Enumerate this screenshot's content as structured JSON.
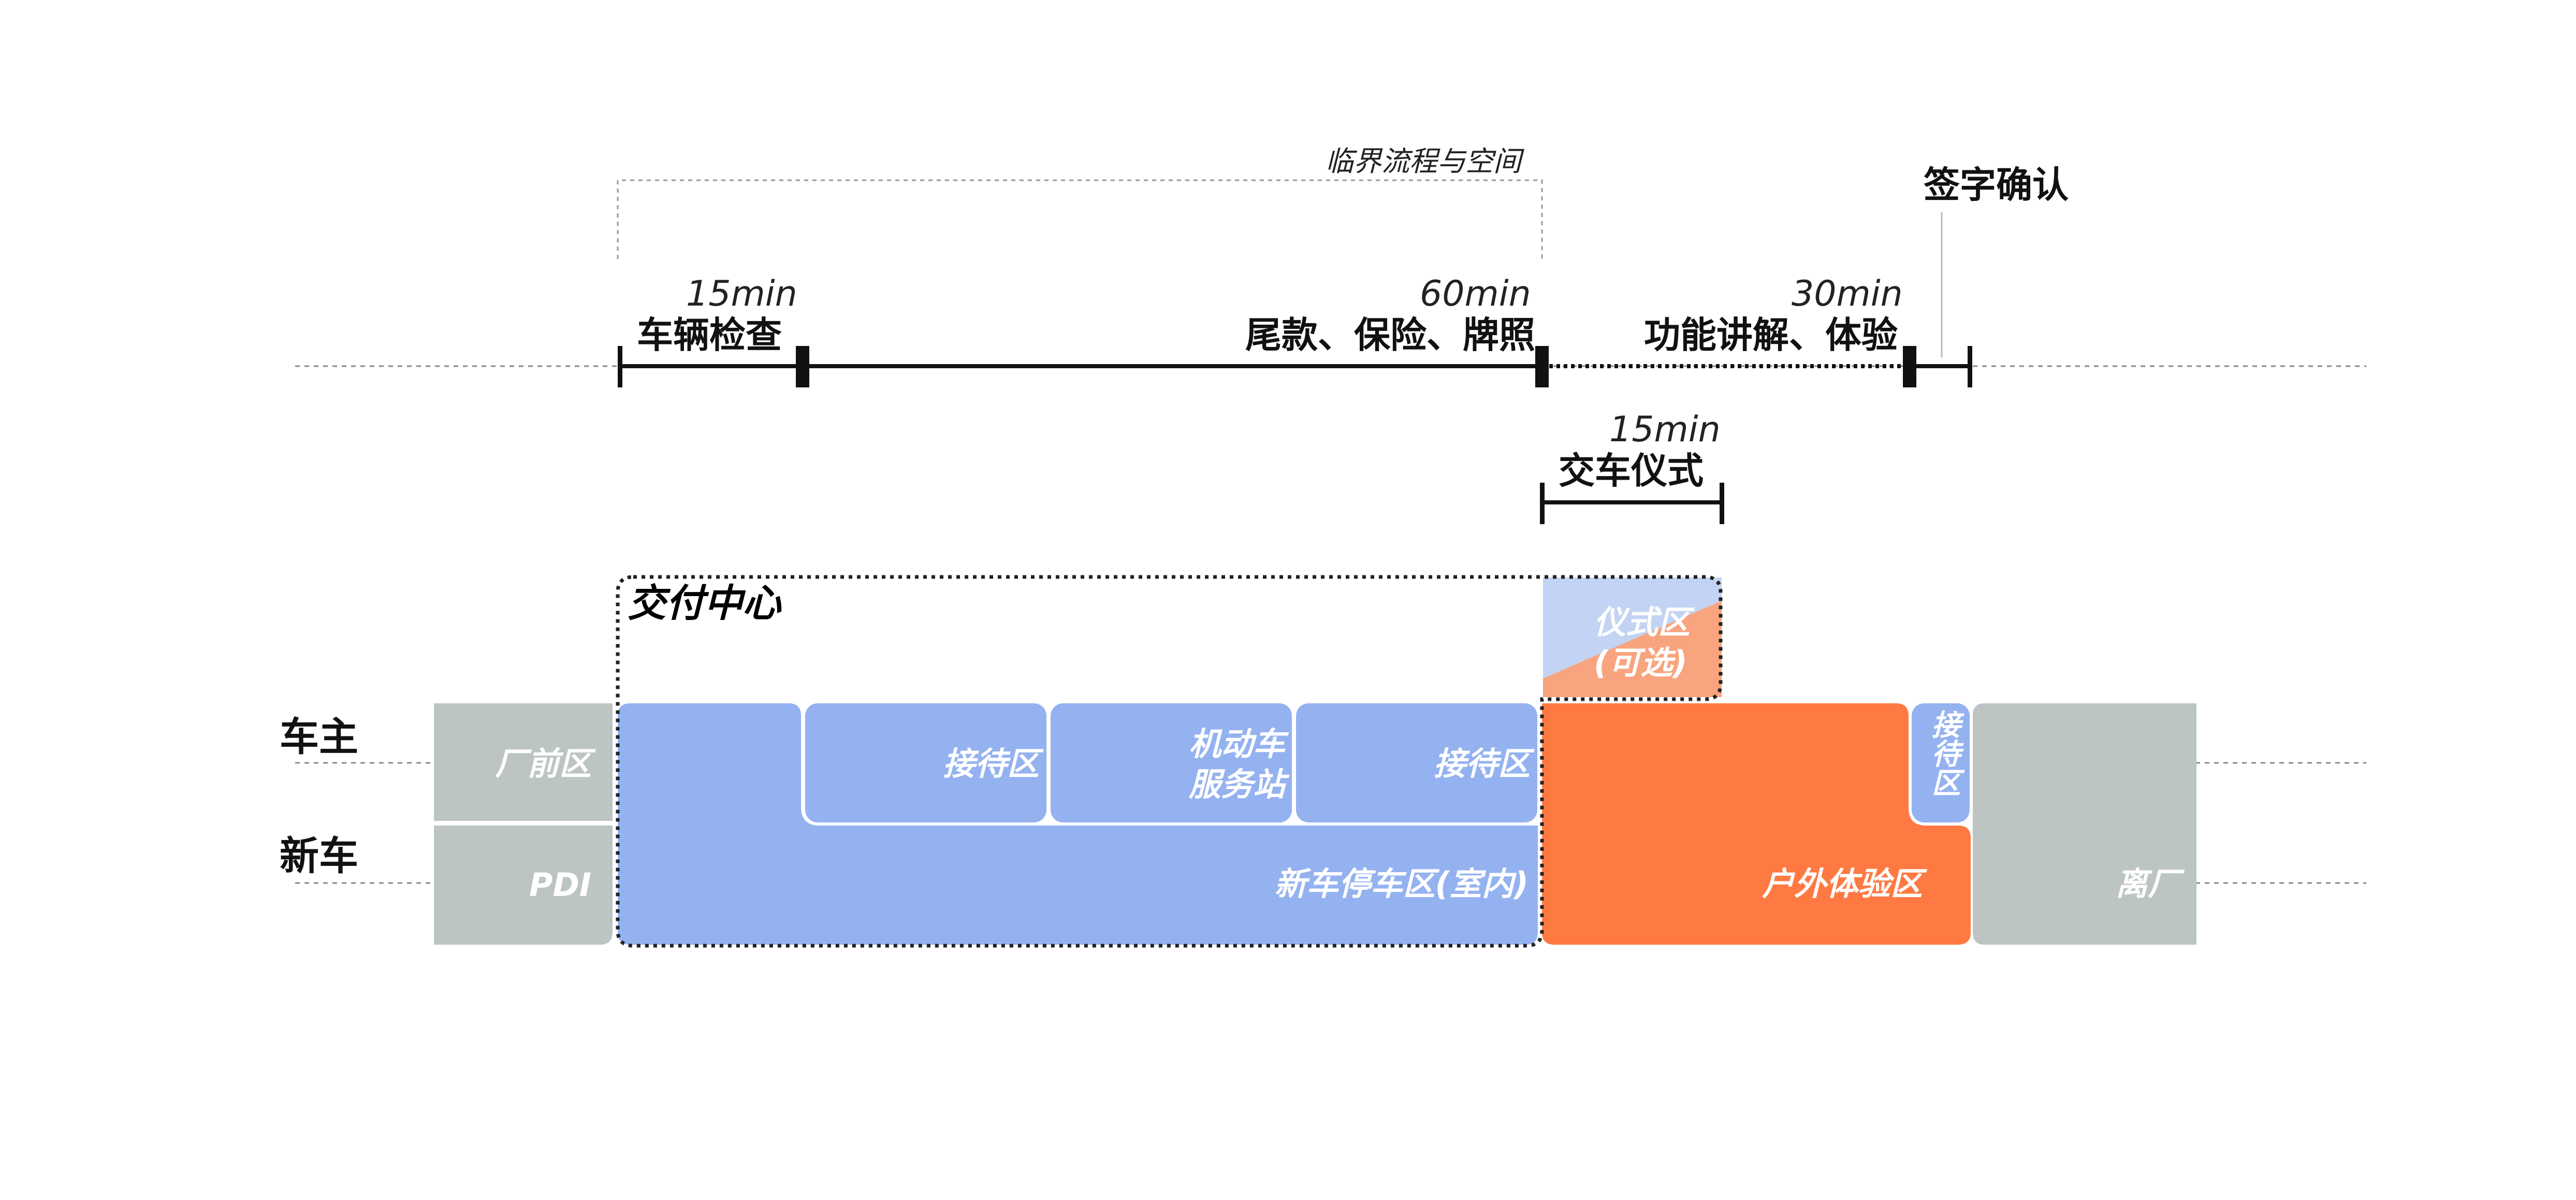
{
  "critical_bracket": "临界流程与空间",
  "timeline": {
    "segments": [
      {
        "duration": "15min",
        "label": "车辆检查"
      },
      {
        "duration": "60min",
        "label": "尾款、保险、牌照"
      },
      {
        "duration": "30min",
        "label": "功能讲解、体验"
      },
      {
        "duration": "15min",
        "label": "交车仪式"
      }
    ],
    "signature": "签字确认"
  },
  "rows": {
    "owner": "车主",
    "new_car": "新车"
  },
  "delivery_center": "交付中心",
  "zones": {
    "front_area": "厂前区",
    "pdi": "PDI",
    "reception_1": "接待区",
    "service_station_line1": "机动车",
    "service_station_line2": "服务站",
    "reception_2": "接待区",
    "parking": "新车停车区(室内)",
    "ceremony_line1": "仪式区",
    "ceremony_line2": "(可选)",
    "outdoor": "户外体验区",
    "reception_3": "接待区",
    "exit": "离厂"
  },
  "colors": {
    "blue": "#94b2f0",
    "light_blue": "#c3d3f3",
    "orange": "#ff7a43",
    "peach": "#f8a47e",
    "gray": "#bdc5c4",
    "line": "#111111",
    "dotted": "#888888"
  }
}
